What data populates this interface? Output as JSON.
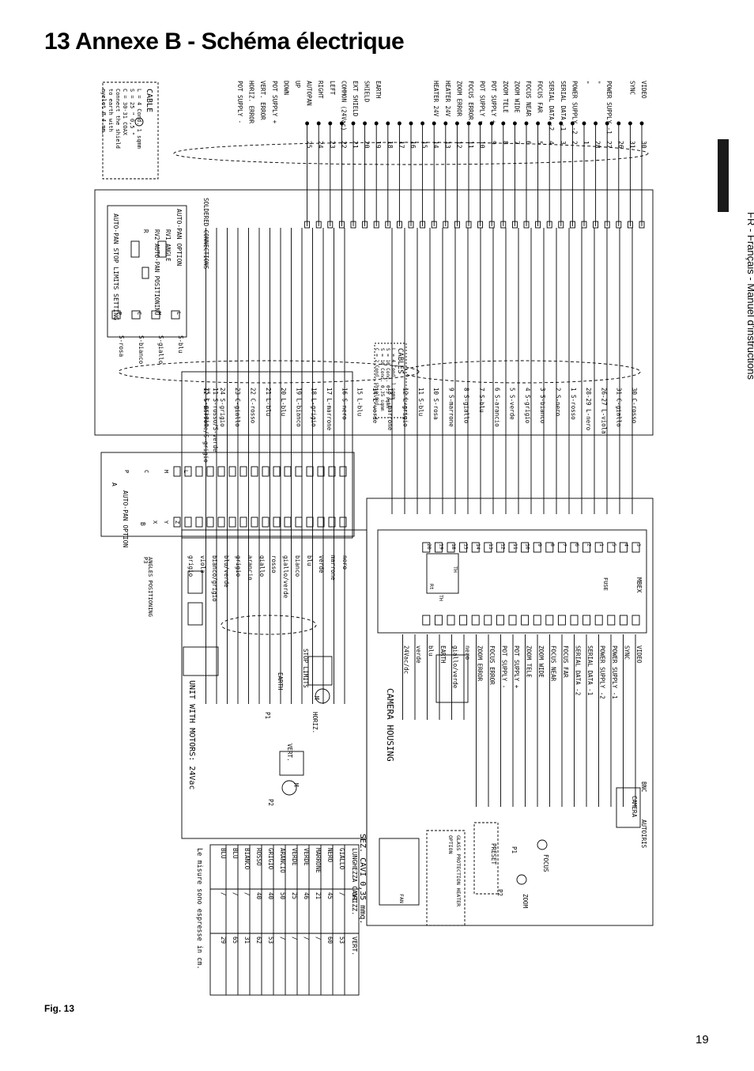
{
  "page": {
    "title": "13  Annexe B - Schéma électrique",
    "side_label": "FR - Français - Manuel d'instructions",
    "figure_caption": "Fig. 13",
    "page_number": "19"
  },
  "diagram": {
    "top_signals": [
      "VIDEO",
      "SYNC",
      "",
      "POWER SUPPLY -1",
      "\"",
      "\"",
      "POWER SUPPLY -2",
      "SERIAL DATA -1",
      "SERIAL DATA -2",
      "FOCUS FAR",
      "FOCUS NEAR",
      "ZOOM WIDE",
      "ZOOM TELE",
      "POT SUPPLY +",
      "POT SUPPLY -",
      "FOCUS ERROR",
      "ZOOM ERROR",
      "HEATER 24V",
      "HEATER 24V",
      "",
      "",
      "",
      "",
      "EARTH",
      "SHIELD",
      "EXT SHIELD",
      "COMMON (24Vac)",
      "LEFT",
      "RIGHT",
      "AUTOPAN",
      "UP",
      "DOWN",
      "POT SUPPLY +",
      "VERT. ERROR",
      "HORIZ. ERROR",
      "POT SUPPLY -"
    ],
    "top_numbers": [
      "30",
      "31",
      "26",
      "27",
      "28",
      "1",
      "2",
      "3",
      "4",
      "5",
      "6",
      "7",
      "8",
      "9",
      "10",
      "11",
      "12",
      "13",
      "14",
      "15",
      "16",
      "17",
      "18",
      "19",
      "20",
      "21",
      "22",
      "23",
      "24",
      "25"
    ],
    "cable_box": {
      "heading": "CABLE",
      "lines": [
        "L = 4 Cond. 1 sqmm",
        "S = 25 \" 0,5 \"",
        "C = 30-31 COAX",
        "Connect the shield",
        "to earth with",
        "eyelet Ø 4 mm."
      ]
    },
    "solder_label": "SOLDERED CONNECTIONS",
    "autopan_box": {
      "title": "AUTO-PAN OPTION",
      "components": [
        "RV1",
        "RV2",
        "R",
        "ANGLE",
        "AUTO-PAN POSITIONING"
      ],
      "caption": "AUTO-PAN STOP LIMITS SETTING",
      "terminals": [
        "L",
        "M",
        "C",
        "P"
      ],
      "wires": [
        "S-blu",
        "S-giallo",
        "S-bianco",
        "S-rosa"
      ]
    },
    "cables_box": {
      "heading": "CABLES",
      "lines": [
        "L = 4 Cond. 1 sqmm",
        "S = 10 Cond. 0,5 sqmm",
        "S = 10 Cond. 0,35 sqmm",
        "C = 2 Cond. shielded"
      ]
    },
    "mid_wire_labels": [
      "30 C-rosso",
      "31 C-giallo",
      "26-27 L-viola",
      "28-29 L-nero",
      "1 S-rosso",
      "2 S-nero",
      "3 S-bianco",
      "4 S-grigio",
      "5 S-verde",
      "6 S-arancio",
      "7 S-blu",
      "8 S-giallo",
      "9 S-marrone",
      "10 S-rosa",
      "11 S-blu",
      "12 L-grigio",
      "13 L-marrone",
      "14 L-verde",
      "15 L-blu",
      "16 S-nero",
      "17 L-marrone",
      "18 L-grigio",
      "19 L-bianco",
      "20 L-blu",
      "21 L-blu",
      "22 C-rosso",
      "23 C-giallo",
      "24 S-grigio",
      "25 L-grigio",
      "11 S-rosso/S-verde",
      "12 S-marrone/S-grigio"
    ],
    "autopan_b": {
      "title": "AUTO-PAN OPTION",
      "letters": [
        "A",
        "B"
      ],
      "terminals_a": [
        "P",
        "C",
        "M",
        "L"
      ],
      "terminals_b": [
        "X",
        "Y",
        "Z"
      ],
      "wires": [
        "nero",
        "marrone",
        "verde",
        "blu",
        "bianco",
        "giallo/verde",
        "rosso",
        "giallo",
        "arancio",
        "grigio",
        "blu/verde",
        "bianco/grigio",
        "viola",
        "grigio"
      ],
      "pot_labels": [
        "ANGLES POSITIONING",
        "P3"
      ]
    },
    "unit_motors": {
      "title": "UNIT WITH MOTORS: 24Vac",
      "labels": [
        "EARTH",
        "STOP LIMITS",
        "HORIZ.",
        "VERT.",
        "P1",
        "P2",
        "M",
        "M"
      ]
    },
    "camera_housing": {
      "title": "CAMERA HOUSING",
      "mbex": "MBEX",
      "fuse": "FUSE",
      "left_terminals": [
        "3",
        "4",
        "5",
        "1",
        "2",
        "6",
        "7",
        "8",
        "9",
        "10",
        "11",
        "12",
        "13",
        "14",
        "15",
        "18",
        "19",
        "20"
      ],
      "right_signals": [
        "VIDEO",
        "SYNC",
        "POWER SUPPLY -1",
        "POWER SUPPLY -2",
        "SERIAL DATA -1",
        "SERIAL DATA -2",
        "FOCUS FAR",
        "FOCUS NEAR",
        "ZOOM WIDE",
        "ZOOM TELE",
        "POT SUPPLY +",
        "POT SUPPLY -",
        "FOCUS ERROR",
        "ZOOM ERROR",
        "nero",
        "giallo/verde",
        "EARTH",
        "blu",
        "verde",
        "24Vac/dc"
      ],
      "camera_labels": [
        "CAMERA",
        "BNC",
        "AUTOIRIS",
        "FOCUS",
        "ZOOM",
        "P1",
        "P2",
        "PRESET"
      ],
      "glass_box": [
        "GLASS PROTECTION HEATER",
        "OPTION"
      ],
      "extras": [
        "TH",
        "TH",
        "Rt",
        "FAN"
      ]
    },
    "section_note": {
      "title": "SEZ. CAVI 0,35 mmq.",
      "columns": [
        "LUNGHEZZA CAVI",
        "ORIZZ.",
        "VERT."
      ],
      "rows": [
        [
          "GIALLO",
          "/",
          "53"
        ],
        [
          "NERO",
          "45",
          "60"
        ],
        [
          "MARRONE",
          "21",
          "/"
        ],
        [
          "VERDE",
          "46",
          "/"
        ],
        [
          "VERDE",
          "25",
          "/"
        ],
        [
          "ARANCIO",
          "50",
          "/"
        ],
        [
          "GRIGIO",
          "40",
          "53"
        ],
        [
          "ROSSO",
          "40",
          "62"
        ],
        [
          "BIANCO",
          "/",
          "31"
        ],
        [
          "BLU",
          "/",
          "65"
        ],
        [
          "BLU",
          "/",
          "29"
        ]
      ],
      "footer": "Le misure sono espresse in cm."
    }
  }
}
